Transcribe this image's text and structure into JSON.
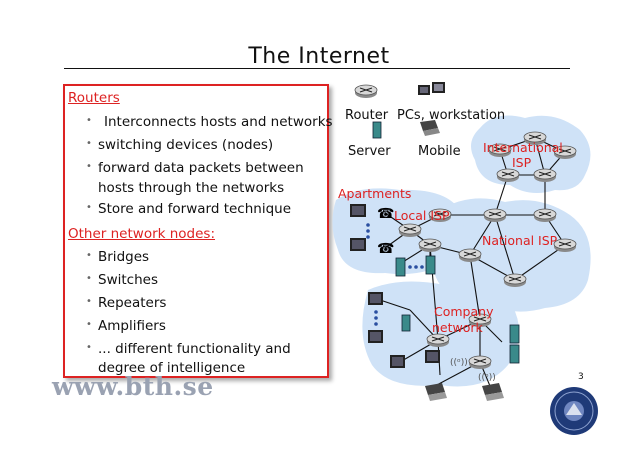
{
  "slide": {
    "title": "The Internet",
    "page_number": "3",
    "footer_url": "www.bth.se"
  },
  "left_box": {
    "heading1": "Routers",
    "items1": [
      "Interconnects hosts and networks",
      "switching devices (nodes)",
      "forward data packets between",
      "hosts through the networks",
      "Store and forward technique"
    ],
    "heading2": "Other network nodes:",
    "items2": [
      "Bridges",
      "Switches",
      "Repeaters",
      "Amplifiers",
      "... different functionality and",
      "degree of intelligence"
    ]
  },
  "diagram": {
    "legend": {
      "router": "Router",
      "pcs": "PCs, workstation",
      "server": "Server",
      "mobile": "Mobile"
    },
    "regions": {
      "international_isp": [
        "International",
        "ISP"
      ],
      "apartments": "Apartments",
      "local_isp": "Local ISP",
      "national_isp": "National ISP",
      "company_network": [
        "Company",
        "network"
      ]
    },
    "colors": {
      "cloud": "#cfe2f7",
      "label_red": "#dd2222",
      "router": "#c0c0c0",
      "server": "#3a8a8a"
    }
  }
}
